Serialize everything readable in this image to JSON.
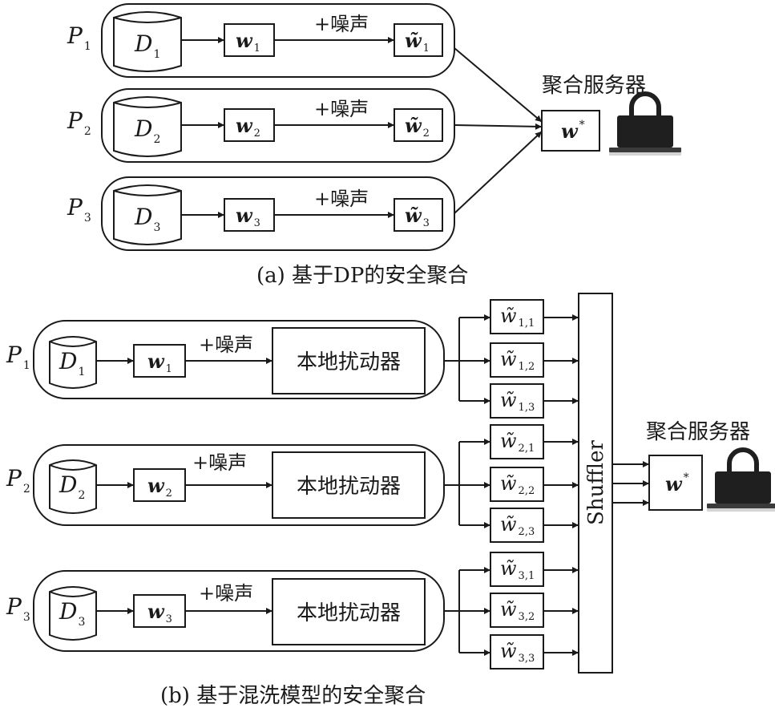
{
  "panel_a": {
    "caption": "(a) 基于DP的安全聚合",
    "noise_label": "+噪声",
    "server_title": "聚合服务器",
    "server_model": "w",
    "server_model_sup": "*",
    "parties": [
      {
        "p": "P",
        "p_sub": "1",
        "d": "D",
        "d_sub": "1",
        "w": "w",
        "w_sub": "1",
        "wt": "w̃",
        "wt_sub": "1"
      },
      {
        "p": "P",
        "p_sub": "2",
        "d": "D",
        "d_sub": "2",
        "w": "w",
        "w_sub": "2",
        "wt": "w̃",
        "wt_sub": "2"
      },
      {
        "p": "P",
        "p_sub": "3",
        "d": "D",
        "d_sub": "3",
        "w": "w",
        "w_sub": "3",
        "wt": "w̃",
        "wt_sub": "3"
      }
    ]
  },
  "panel_b": {
    "caption": "(b) 基于混洗模型的安全聚合",
    "noise_label": "+噪声",
    "perturber_label": "本地扰动器",
    "shuffler_label": "Shuffler",
    "server_title": "聚合服务器",
    "server_model": "w",
    "server_model_sup": "*",
    "parties": [
      {
        "p": "P",
        "p_sub": "1",
        "d": "D",
        "d_sub": "1",
        "w": "w",
        "w_sub": "1",
        "outputs": [
          {
            "wt": "w̃",
            "sub": "1,1"
          },
          {
            "wt": "w̃",
            "sub": "1,2"
          },
          {
            "wt": "w̃",
            "sub": "1,3"
          }
        ]
      },
      {
        "p": "P",
        "p_sub": "2",
        "d": "D",
        "d_sub": "2",
        "w": "w",
        "w_sub": "2",
        "outputs": [
          {
            "wt": "w̃",
            "sub": "2,1"
          },
          {
            "wt": "w̃",
            "sub": "2,2"
          },
          {
            "wt": "w̃",
            "sub": "2,3"
          }
        ]
      },
      {
        "p": "P",
        "p_sub": "3",
        "d": "D",
        "d_sub": "3",
        "w": "w",
        "w_sub": "3",
        "outputs": [
          {
            "wt": "w̃",
            "sub": "3,1"
          },
          {
            "wt": "w̃",
            "sub": "3,2"
          },
          {
            "wt": "w̃",
            "sub": "3,3"
          }
        ]
      }
    ]
  },
  "icons": {
    "server_lock": "padlock-laptop-icon"
  }
}
